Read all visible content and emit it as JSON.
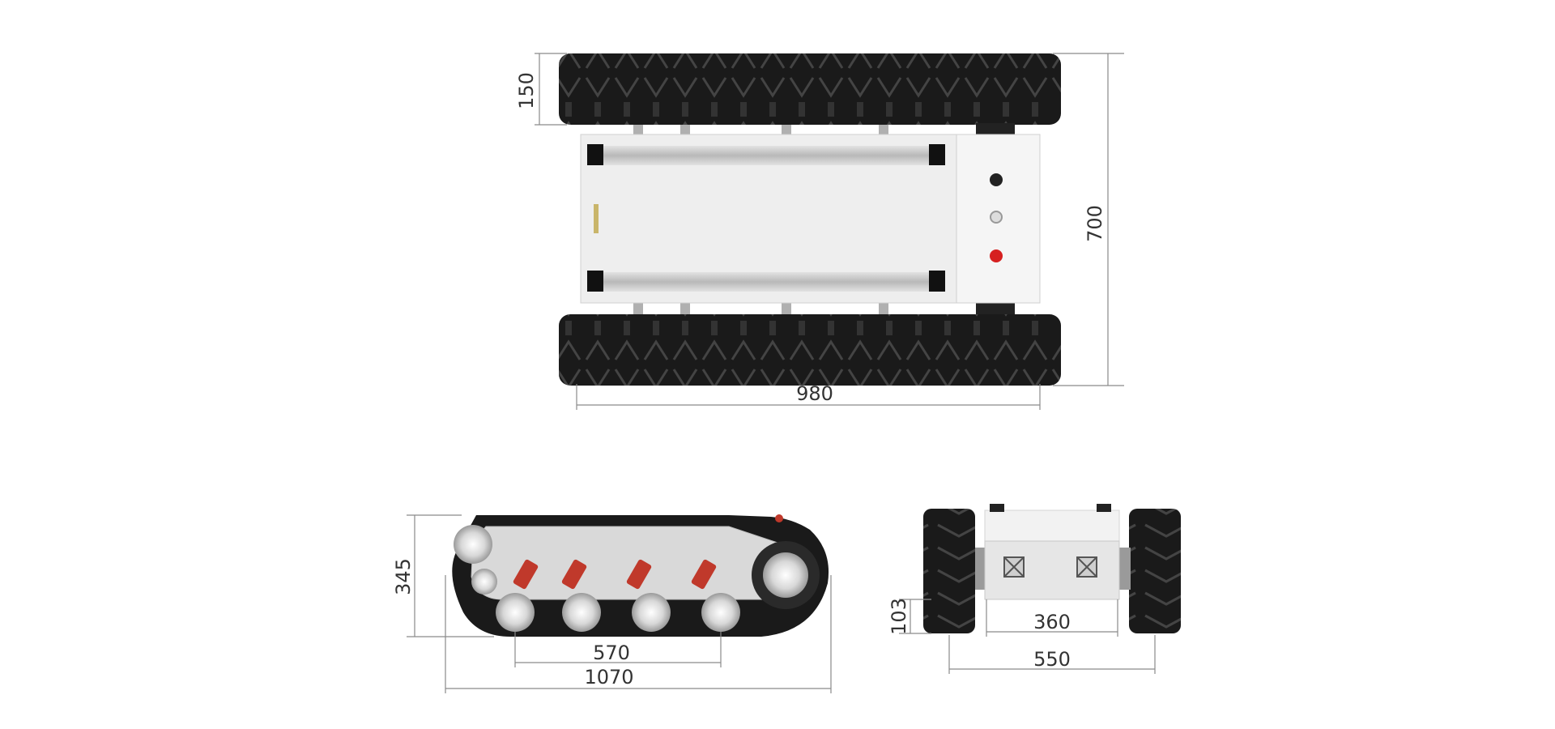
{
  "colors": {
    "track": "#1a1a1a",
    "chassis": "#eeeeee",
    "rail": "#c8c8c8",
    "dimension_line": "#8a8a8a",
    "dimension_text": "#333333",
    "estop_red": "#d62020",
    "spring_red": "#c0392b"
  },
  "icons": {
    "top_knob": "black-knob-icon",
    "top_switch": "silver-switch-icon",
    "top_estop": "red-button-icon",
    "front_vents": "fan-vent-icon"
  },
  "dimensions": {
    "top_track_width": "150",
    "top_overall_width": "700",
    "top_overall_length": "980",
    "side_height": "345",
    "side_wheelbase": "570",
    "side_overall_length": "1070",
    "front_ground_clearance": "103",
    "front_inner_width": "360",
    "front_outer_width": "550"
  }
}
